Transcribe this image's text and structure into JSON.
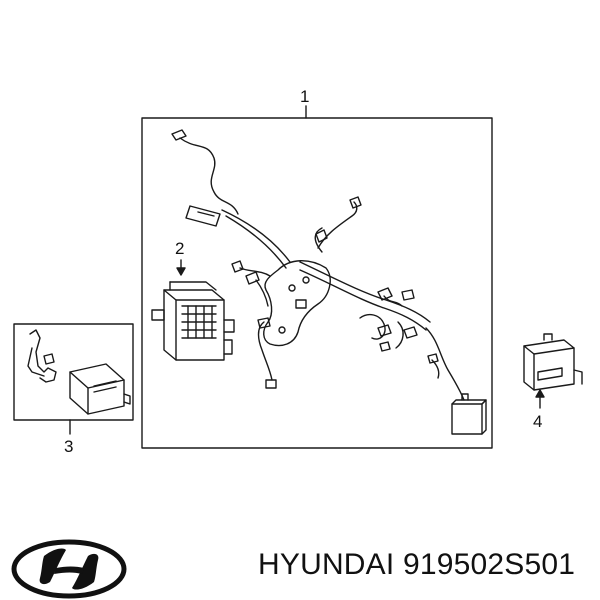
{
  "callouts": {
    "item_1": "1",
    "item_2": "2",
    "item_3": "3",
    "item_4": "4"
  },
  "footer": {
    "brand": "HYUNDAI",
    "part_number": "919502S501"
  },
  "icons": {
    "brand_logo": "hyundai-logo-icon"
  },
  "colors": {
    "line": "#1a1a1a",
    "background": "#ffffff"
  }
}
